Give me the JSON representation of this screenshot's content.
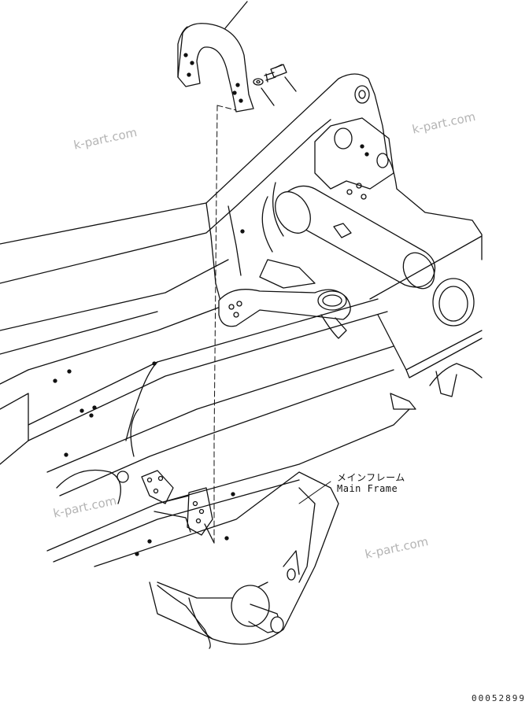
{
  "labels": {
    "part_jp": "メインフレーム",
    "part_en": "Main Frame"
  },
  "watermarks": [
    "k-part.com",
    "k-part.com",
    "k-part.com",
    "k-part.com"
  ],
  "drawing_code": "00052899"
}
